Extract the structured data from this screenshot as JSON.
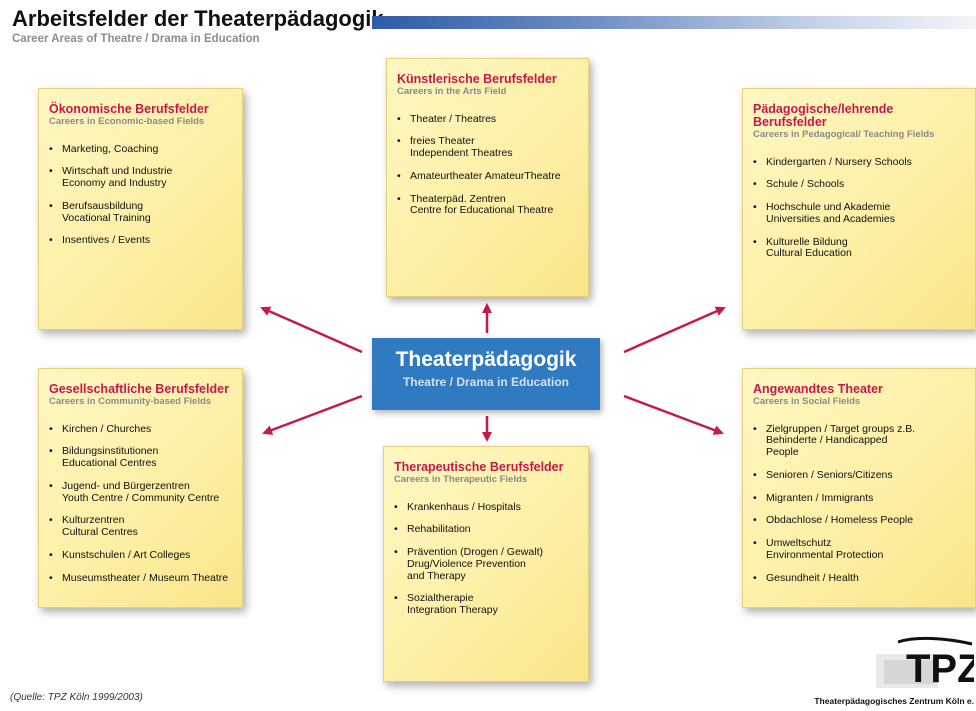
{
  "header": {
    "title": "Arbeitsfelder der Theaterpädagogik",
    "subtitle": "Career Areas of Theatre / Drama in Education"
  },
  "center": {
    "title": "Theaterpädagogik",
    "subtitle": "Theatre / Drama in Education"
  },
  "boxes": [
    {
      "title": "Ökonomische Berufsfelder",
      "subtitle": "Careers in Economic-based Fields",
      "items": [
        [
          "Marketing, Coaching"
        ],
        [
          "Wirtschaft und Industrie",
          "Economy and Industry"
        ],
        [
          "Berufsausbildung",
          "Vocational Training"
        ],
        [
          "Insentives / Events"
        ]
      ]
    },
    {
      "title": "Künstlerische Berufsfelder",
      "subtitle": "Careers in the Arts Field",
      "items": [
        [
          "Theater / Theatres"
        ],
        [
          "freies Theater",
          "Independent Theatres"
        ],
        [
          "Amateurtheater AmateurTheatre"
        ],
        [
          "Theaterpäd.  Zentren",
          "Centre for Educational Theatre"
        ]
      ]
    },
    {
      "title": "Pädagogische/lehrende Berufsfelder",
      "subtitle": "Careers in Pedagogical/ Teaching Fields",
      "items": [
        [
          "Kindergarten / Nursery Schools"
        ],
        [
          "Schule / Schools"
        ],
        [
          "Hochschule und Akademie",
          "Universities and Academies"
        ],
        [
          "Kulturelle Bildung",
          "Cultural Education"
        ]
      ]
    },
    {
      "title": "Gesellschaftliche Berufsfelder",
      "subtitle": "Careers in Community-based Fields",
      "items": [
        [
          "Kirchen / Churches"
        ],
        [
          "Bildungsinstitutionen",
          "Educational Centres"
        ],
        [
          "Jugend-  und Bürgerzentren",
          "Youth Centre / Community Centre"
        ],
        [
          "Kulturzentren",
          "Cultural Centres"
        ],
        [
          "Kunstschulen / Art Colleges"
        ],
        [
          "Museumstheater / Museum Theatre"
        ]
      ]
    },
    {
      "title": "Therapeutische Berufsfelder",
      "subtitle": "Careers in Therapeutic Fields",
      "items": [
        [
          "Krankenhaus / Hospitals"
        ],
        [
          "Rehabilitation"
        ],
        [
          "Prävention (Drogen / Gewalt)",
          "Drug/Violence Prevention",
          "and Therapy"
        ],
        [
          "Sozialtherapie",
          "Integration Therapy"
        ]
      ]
    },
    {
      "title": "Angewandtes Theater",
      "subtitle": "Careers in Social Fields",
      "items": [
        [
          "Zielgruppen / Target groups  z.B.",
          "Behinderte / Handicapped",
          "People"
        ],
        [
          "Senioren / Seniors/Citizens"
        ],
        [
          "Migranten / Immigrants"
        ],
        [
          "Obdachlose / Homeless People"
        ],
        [
          "Umweltschutz",
          "Environmental Protection"
        ],
        [
          "Gesundheit / Health"
        ]
      ]
    }
  ],
  "footer": {
    "source": "(Quelle: TPZ Köln 1999/2003)",
    "logo_text": "TPZ",
    "logo_caption": "Theaterpädagogisches Zentrum Köln e."
  },
  "colors": {
    "box_title": "#c7184b",
    "center_box": "#2f7ac1",
    "arrow": "#c7184b"
  }
}
